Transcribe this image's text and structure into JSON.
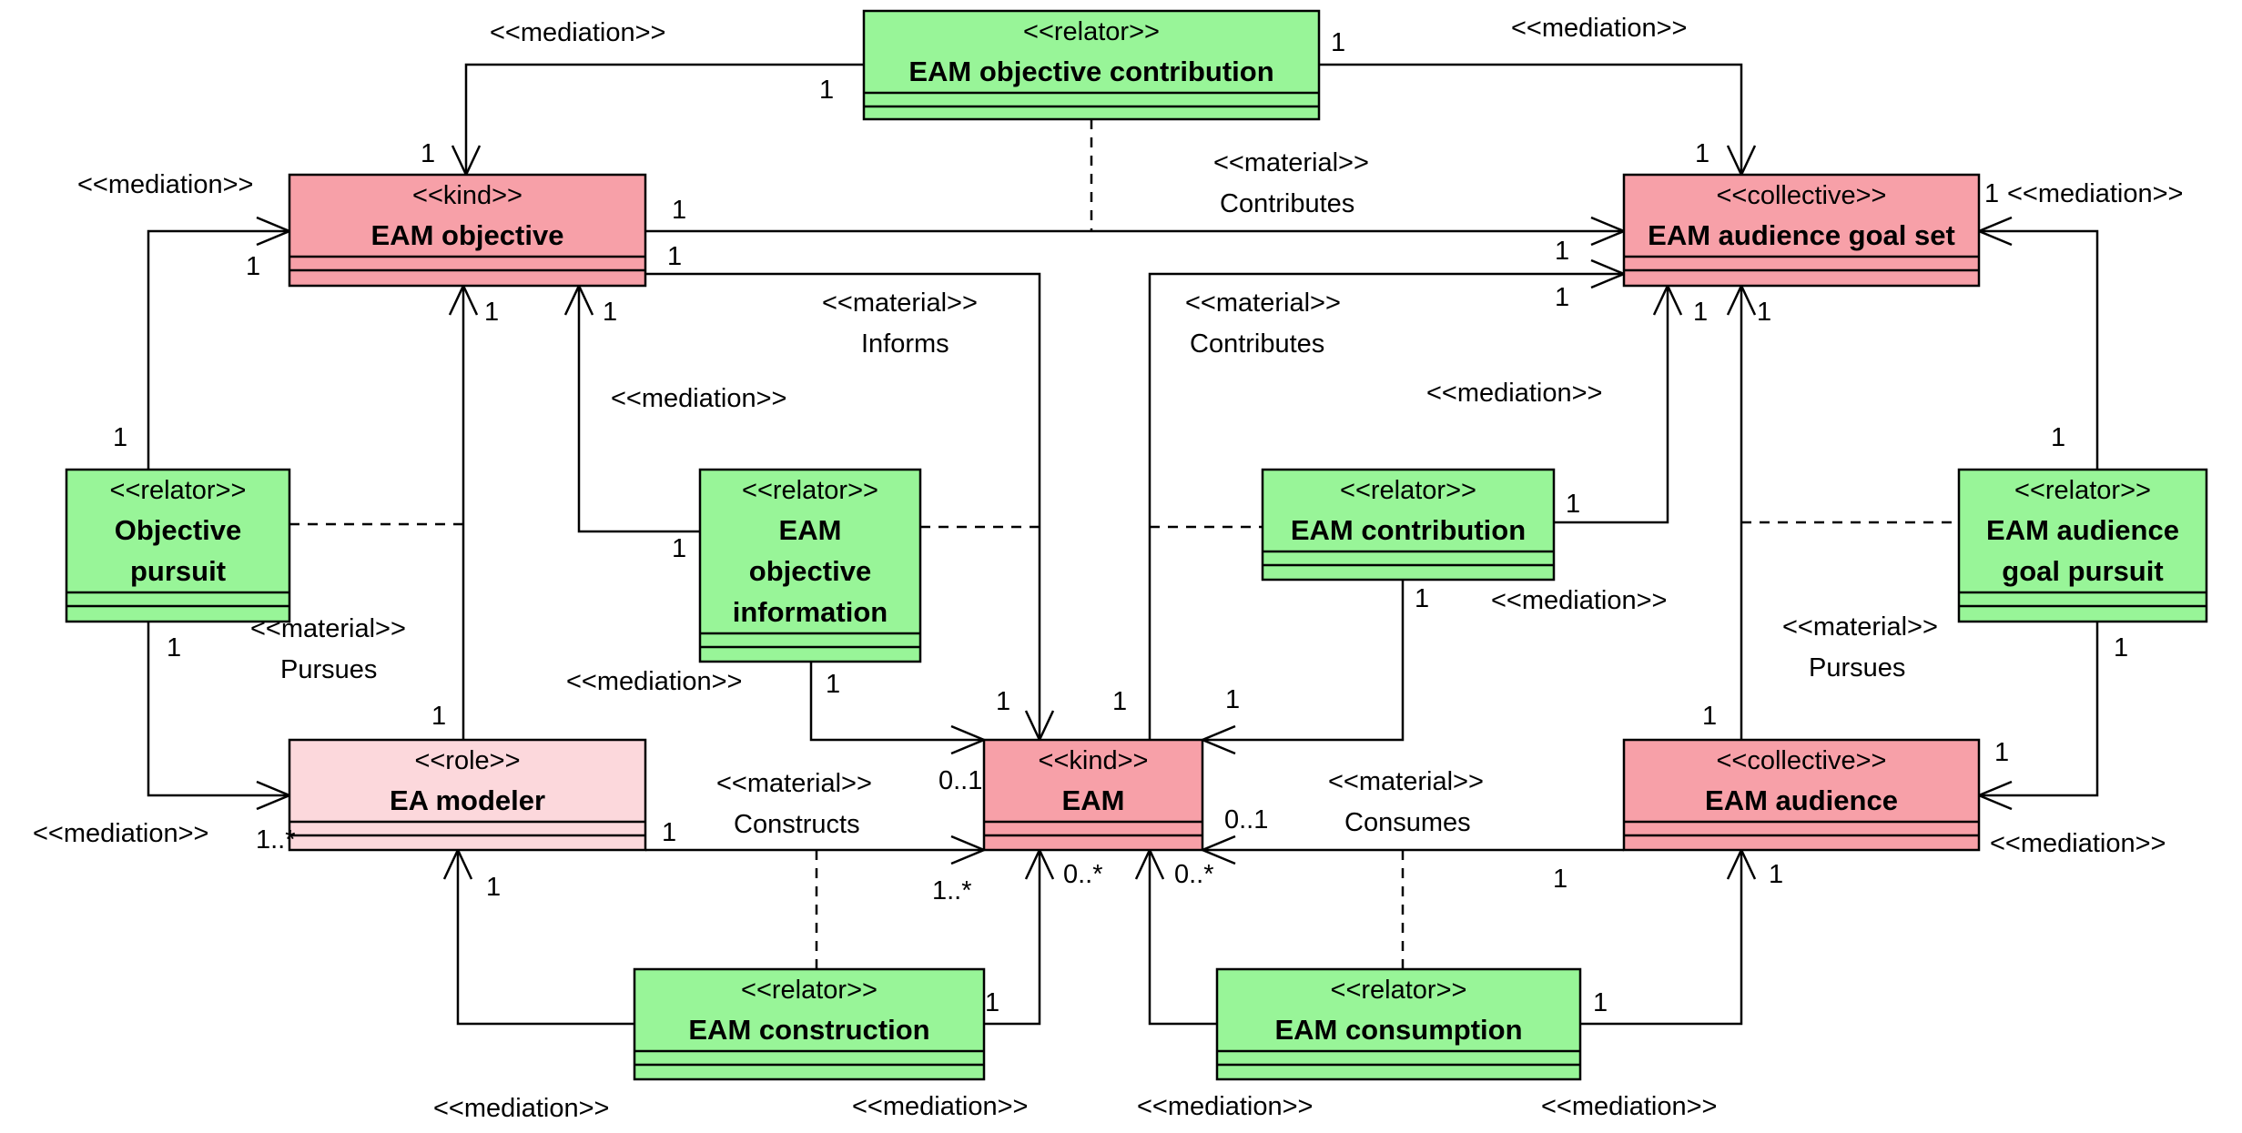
{
  "colors": {
    "kind": "#f7a0a8",
    "collective": "#f7a0a8",
    "relator": "#98f598",
    "role": "#fcd8dc"
  },
  "classes": {
    "eam_objective_contribution": {
      "stereotype": "<<relator>>",
      "name": [
        "EAM objective contribution"
      ]
    },
    "eam_objective": {
      "stereotype": "<<kind>>",
      "name": [
        "EAM objective"
      ]
    },
    "eam_audience_goal_set": {
      "stereotype": "<<collective>>",
      "name": [
        "EAM audience goal set"
      ]
    },
    "objective_pursuit": {
      "stereotype": "<<relator>>",
      "name": [
        "Objective",
        "pursuit"
      ]
    },
    "eam_objective_information": {
      "stereotype": "<<relator>>",
      "name": [
        "EAM",
        "objective",
        "information"
      ]
    },
    "eam_contribution": {
      "stereotype": "<<relator>>",
      "name": [
        "EAM contribution"
      ]
    },
    "eam_audience_goal_pursuit": {
      "stereotype": "<<relator>>",
      "name": [
        "EAM audience",
        "goal pursuit"
      ]
    },
    "ea_modeler": {
      "stereotype": "<<role>>",
      "name": [
        "EA modeler"
      ]
    },
    "eam": {
      "stereotype": "<<kind>>",
      "name": [
        "EAM"
      ]
    },
    "eam_audience": {
      "stereotype": "<<collective>>",
      "name": [
        "EAM audience"
      ]
    },
    "eam_construction": {
      "stereotype": "<<relator>>",
      "name": [
        "EAM construction"
      ]
    },
    "eam_consumption": {
      "stereotype": "<<relator>>",
      "name": [
        "EAM consumption"
      ]
    }
  },
  "labels": {
    "med_top_left": "<<mediation>>",
    "med_top_right": "<<mediation>>",
    "med_objective_left": "<<mediation>>",
    "med_goalset_right": "<<mediation>>",
    "mat_contributes_top_stereo": "<<material>>",
    "mat_contributes_top_name": "Contributes",
    "mat_informs_stereo": "<<material>>",
    "mat_informs_name": "Informs",
    "mat_contributes_mid_stereo": "<<material>>",
    "mat_contributes_mid_name": "Contributes",
    "med_objinfo_up": "<<mediation>>",
    "med_contribution_up": "<<mediation>>",
    "med_contribution_down": "<<mediation>>",
    "mat_pursues_left_stereo": "<<material>>",
    "mat_pursues_left_name": "Pursues",
    "mat_pursues_right_stereo": "<<material>>",
    "mat_pursues_right_name": "Pursues",
    "med_objinfo_down": "<<mediation>>",
    "mat_constructs_stereo": "<<material>>",
    "mat_constructs_name": "Constructs",
    "mat_consumes_stereo": "<<material>>",
    "mat_consumes_name": "Consumes",
    "med_modeler_left": "<<mediation>>",
    "med_audience_right": "<<mediation>>",
    "med_construction_left": "<<mediation>>",
    "med_construction_right": "<<mediation>>",
    "med_consumption_left": "<<mediation>>",
    "med_consumption_right": "<<mediation>>"
  },
  "multiplicities": {
    "m01": "1",
    "m02": "1",
    "m03": "1",
    "m04": "1",
    "m05": "1",
    "m06": "1",
    "m07": "1",
    "m08": "1",
    "m09": "1",
    "m10": "1",
    "m11": "1",
    "m12": "1",
    "m13": "1",
    "m14": "1",
    "m15": "1",
    "m16": "1",
    "m17": "1",
    "m18": "1",
    "m19": "1",
    "m20": "1",
    "m21": "1",
    "m22": "1",
    "m23": "1",
    "m24": "1",
    "m25": "1",
    "m26": "1",
    "m27": "1",
    "m28": "1",
    "m29": "0..1",
    "m30": "0..1",
    "m31": "1..*",
    "m32": "1",
    "m33": "1",
    "m34": "1",
    "m35": "1..*",
    "m36": "0..*",
    "m37": "0..*",
    "m38": "1",
    "m39": "1",
    "m40": "1"
  }
}
